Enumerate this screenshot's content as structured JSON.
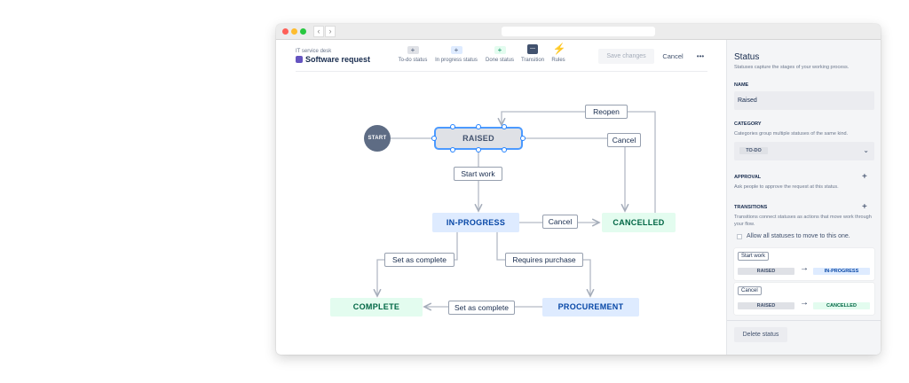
{
  "header": {
    "project": "IT service desk",
    "title": "Software request"
  },
  "toolbar": [
    {
      "label": "To-do status",
      "icon": "plus-icon",
      "color": "#dfe1e6"
    },
    {
      "label": "In progress status",
      "icon": "plus-icon",
      "color": "#deebff"
    },
    {
      "label": "Done status",
      "icon": "plus-icon",
      "color": "#e3fcef"
    },
    {
      "label": "Transition",
      "icon": "transition-icon"
    },
    {
      "label": "Rules",
      "icon": "lightning-icon"
    }
  ],
  "actions": {
    "save": "Save changes",
    "cancel": "Cancel",
    "more": "•••"
  },
  "diagram": {
    "start": "START",
    "statuses": {
      "raised": "RAISED",
      "in_progress": "IN-PROGRESS",
      "cancelled": "CANCELLED",
      "complete": "COMPLETE",
      "procurement": "PROCUREMENT"
    },
    "transitions": {
      "reopen": "Reopen",
      "cancel1": "Cancel",
      "start_work": "Start work",
      "cancel2": "Cancel",
      "set_complete1": "Set as complete",
      "requires_purchase": "Requires purchase",
      "set_complete2": "Set as complete"
    }
  },
  "panel": {
    "title": "Status",
    "subtitle": "Statuses capture the stages of your working process.",
    "name_label": "NAME",
    "name_value": "Raised",
    "category_label": "CATEGORY",
    "category_desc": "Categories group multiple statuses of the same kind.",
    "category_value": "TO-DO",
    "approval_label": "APPROVAL",
    "approval_desc": "Ask people to approve the request at this status.",
    "transitions_label": "TRANSITIONS",
    "transitions_desc": "Transitions connect statuses as actions that move work through your flow.",
    "allow_all": "Allow all statuses to move to this one.",
    "transition_cards": [
      {
        "name": "Start work",
        "from": "RAISED",
        "to": "IN-PROGRESS"
      },
      {
        "name": "Cancel",
        "from": "RAISED",
        "to": "CANCELLED"
      }
    ],
    "delete": "Delete status"
  },
  "colors": {
    "todo": "#dfe1e6",
    "in_progress": "#deebff",
    "done": "#e3fcef",
    "selected": "#4c9aff",
    "start": "#5e6c84"
  }
}
